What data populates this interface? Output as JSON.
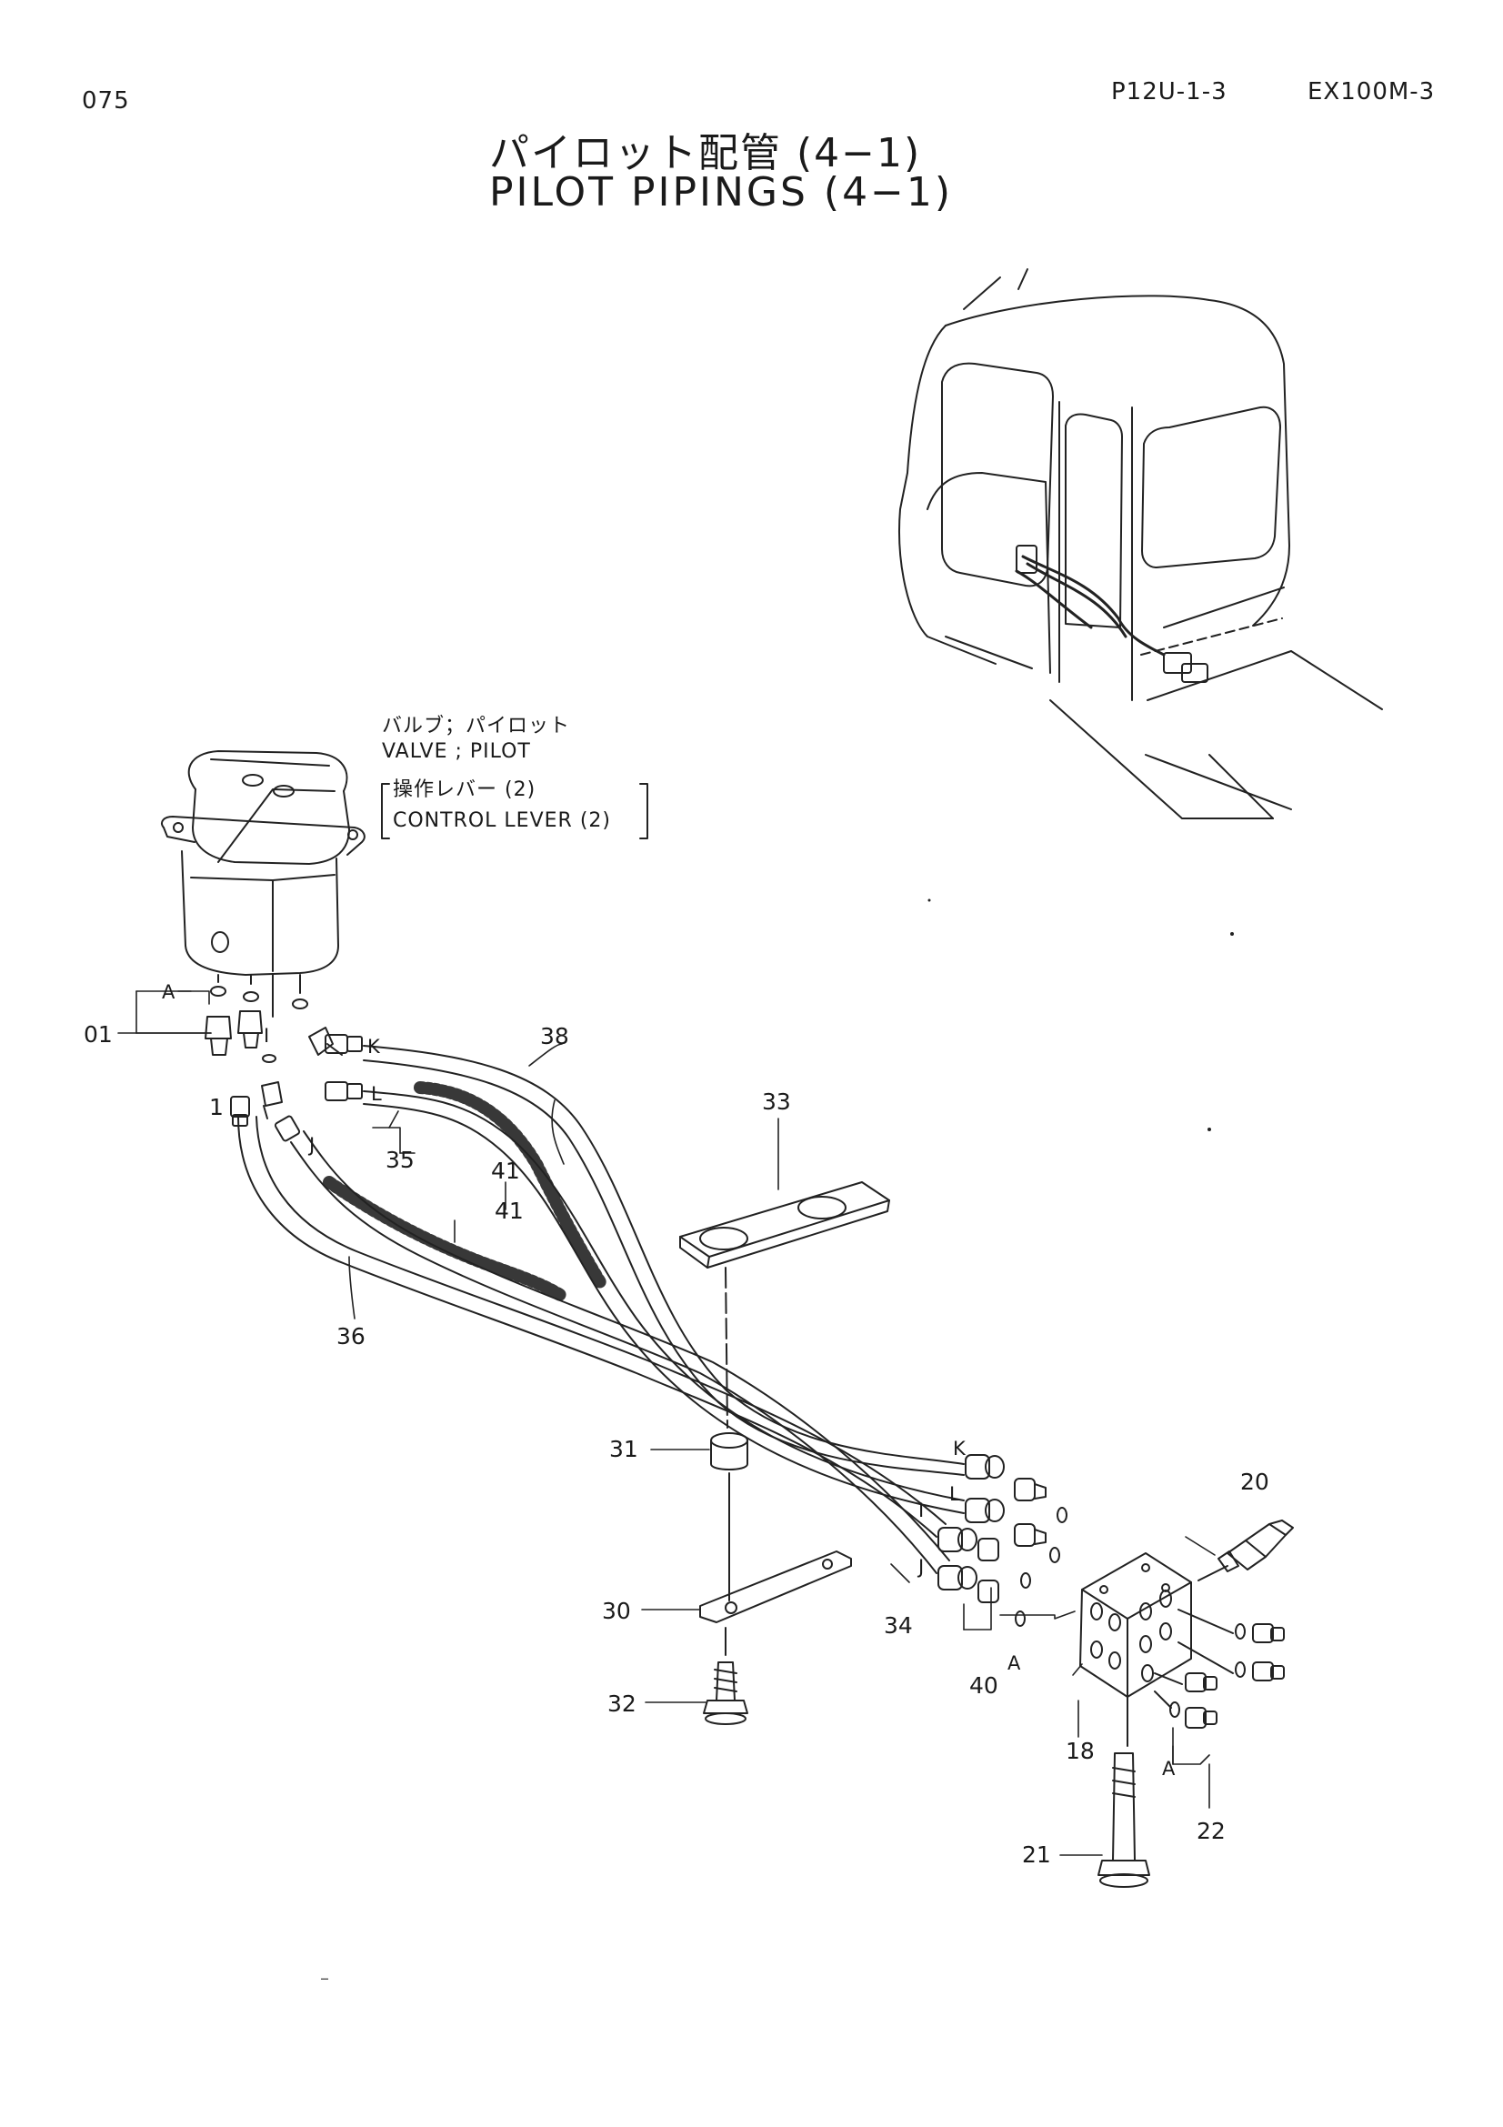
{
  "header": {
    "page_number": "075",
    "section_code": "P12U-1-3",
    "model": "EX100M-3"
  },
  "title": {
    "japanese": "パイロット配管 (4−1)",
    "english": "PILOT PIPINGS (4−1)"
  },
  "component_note": {
    "line1": "バルブ；パイロット",
    "line2": "VALVE ; PILOT",
    "line3": "操作レバー (2)",
    "line4": "CONTROL  LEVER (2)"
  },
  "callouts": {
    "c01": "01",
    "c1": "1",
    "c18": "18",
    "c20": "20",
    "c21": "21",
    "c22": "22",
    "c30": "30",
    "c31": "31",
    "c32": "32",
    "c33": "33",
    "c34": "34",
    "c35": "35",
    "c36": "36",
    "c38": "38",
    "c40": "40",
    "c41a": "41",
    "c41b": "41"
  },
  "markers": {
    "a_top": "A",
    "a_mid": "A",
    "a_right": "A",
    "k_top": "K",
    "l_top": "L",
    "j_top": "J",
    "i_top": "I",
    "k_bot": "K",
    "l_bot": "L",
    "i_bot": "I",
    "j_bot": "J"
  },
  "footer_mark": "–"
}
